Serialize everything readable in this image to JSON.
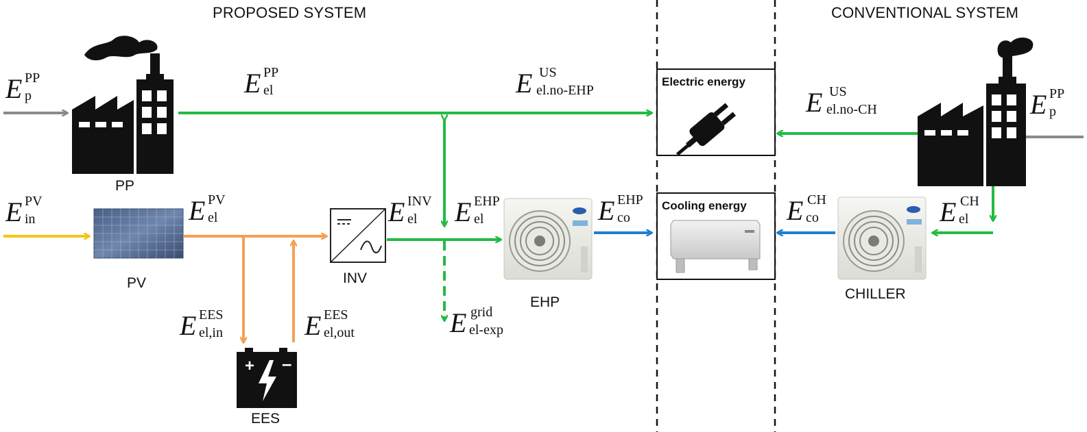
{
  "headers": {
    "proposed": "PROPOSED SYSTEM",
    "conventional": "CONVENTIONAL SYSTEM"
  },
  "components": {
    "pp_left": "PP",
    "pv": "PV",
    "inv": "INV",
    "ehp": "EHP",
    "ees": "EES",
    "pp_right": "PP",
    "chiller": "CHILLER"
  },
  "boxes": {
    "electric": "Electric energy",
    "cooling": "Cooling energy"
  },
  "flows": {
    "e_p_pp_left": {
      "E": "E",
      "sup": "PP",
      "sub": "p"
    },
    "e_el_pp": {
      "E": "E",
      "sup": "PP",
      "sub": "el"
    },
    "e_el_no_ehp": {
      "E": "E",
      "sup": "US",
      "sub": "el.no-EHP"
    },
    "e_el_no_ch": {
      "E": "E",
      "sup": "US",
      "sub": "el.no-CH"
    },
    "e_p_pp_right": {
      "E": "E",
      "sup": "PP",
      "sub": "p"
    },
    "e_in_pv": {
      "E": "E",
      "sup": "PV",
      "sub": "in"
    },
    "e_el_pv": {
      "E": "E",
      "sup": "PV",
      "sub": "el"
    },
    "e_el_inv": {
      "E": "E",
      "sup": "INV",
      "sub": "el"
    },
    "e_el_ehp": {
      "E": "E",
      "sup": "EHP",
      "sub": "el"
    },
    "e_co_ehp": {
      "E": "E",
      "sup": "EHP",
      "sub": "co"
    },
    "e_co_ch": {
      "E": "E",
      "sup": "CH",
      "sub": "co"
    },
    "e_el_ch": {
      "E": "E",
      "sup": "CH",
      "sub": "el"
    },
    "e_el_in_ees": {
      "E": "E",
      "sup": "EES",
      "sub": "el,in"
    },
    "e_el_out_ees": {
      "E": "E",
      "sup": "EES",
      "sub": "el,out"
    },
    "e_el_exp_grid": {
      "E": "E",
      "sup": "grid",
      "sub": "el-exp"
    }
  },
  "colors": {
    "green": "#22bb44",
    "orange": "#f4a055",
    "yellow": "#f5c518",
    "blue": "#1f7fd0",
    "gray": "#8a8a8a",
    "black": "#111111"
  }
}
